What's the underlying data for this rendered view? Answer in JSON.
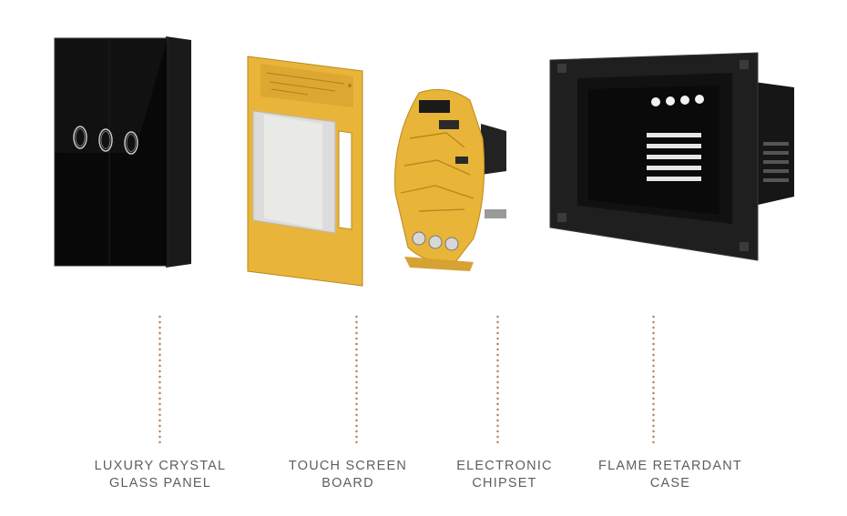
{
  "components": [
    {
      "id": "glass",
      "label_line1": "LUXURY CRYSTAL",
      "label_line2": "GLASS PANEL"
    },
    {
      "id": "touch",
      "label_line1": "TOUCH SCREEN",
      "label_line2": "BOARD"
    },
    {
      "id": "chip",
      "label_line1": "ELECTRONIC",
      "label_line2": "CHIPSET"
    },
    {
      "id": "case",
      "label_line1": "FLAME RETARDANT",
      "label_line2": "CASE"
    }
  ],
  "colors": {
    "glass": "#0b0b0b",
    "pcb": "#e9b63a",
    "case": "#1c1c1c",
    "dots": "#b78a5f",
    "caption": "#5e5e5e"
  }
}
